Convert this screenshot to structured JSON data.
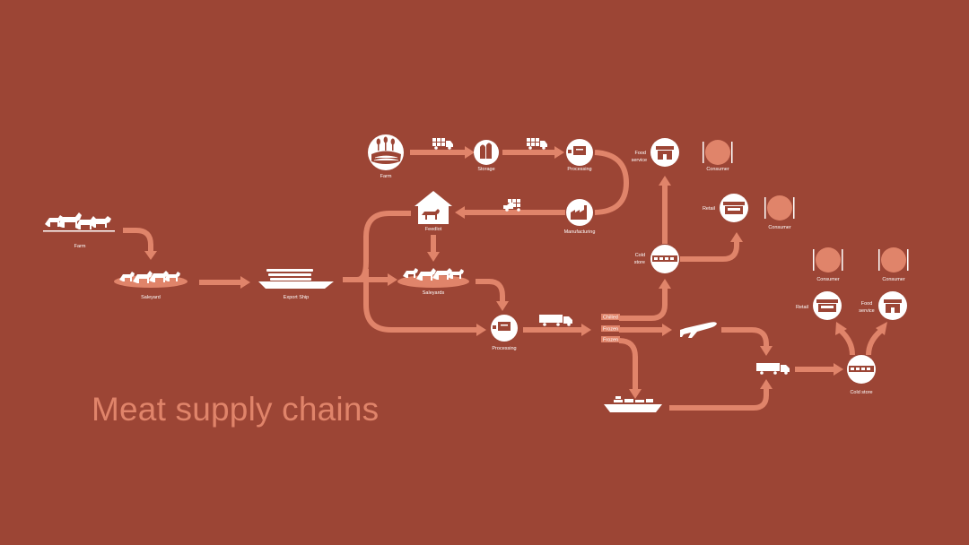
{
  "title": "Meat supply chains",
  "palette": {
    "background": "#9c4535",
    "accent": "#e0846a",
    "node": "#ffffff"
  },
  "labels": {
    "farm_left": "Farm",
    "saleyard": "Saleyard",
    "export_ship": "Export Ship",
    "farm_top": "Farm",
    "storage": "Storage",
    "processing_top": "Processing",
    "manufacturing": "Manufacturing",
    "feedlot": "Feedlot",
    "saleyards": "Saleyards",
    "processing_mid": "Processing",
    "food_service_1": "Food\nservice",
    "consumer_1": "Consumer",
    "retail_1": "Retail",
    "consumer_2": "Consumer",
    "cold_store_1": "Cold\nstore",
    "chilled": "Chilled",
    "frozen_1": "Frozen",
    "frozen_2": "Frozen",
    "cold_store_2": "Cold store",
    "retail_2": "Retail",
    "food_service_2": "Food\nservice",
    "consumer_3": "Consumer",
    "consumer_4": "Consumer"
  },
  "icons": [
    "cattle-herd-icon",
    "cattle-group-icon",
    "ship-icon",
    "field-icon",
    "truck-icon",
    "silo-icon",
    "factory-icon",
    "shop-icon",
    "plate-icon",
    "barn-icon",
    "trailer-icon",
    "cold-store-icon",
    "plane-icon",
    "container-ship-icon"
  ]
}
